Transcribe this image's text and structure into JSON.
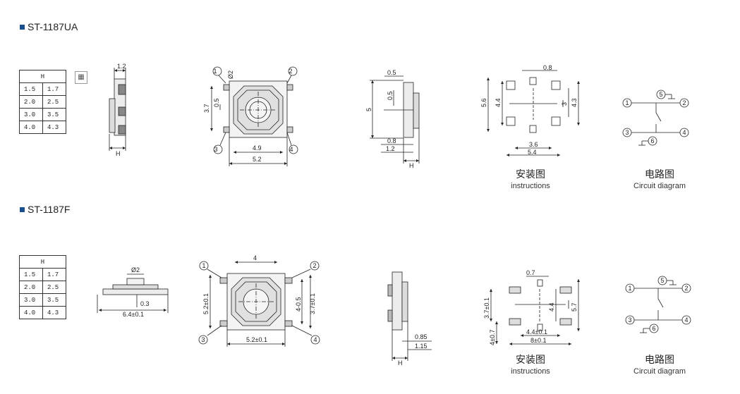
{
  "sections": [
    {
      "title": "ST-1187UA",
      "table": {
        "header": "H",
        "rows": [
          [
            "1.5",
            "1.7"
          ],
          [
            "2.0",
            "2.5"
          ],
          [
            "3.0",
            "3.5"
          ],
          [
            "4.0",
            "4.3"
          ]
        ]
      },
      "dims": {
        "side_top": "1.2",
        "side_bottom": "H",
        "front_d": "Ø2",
        "front_left_outer": "3.7",
        "front_left_inner": "0.5",
        "front_inner_w": "4.9",
        "front_outer_w": "5.2",
        "side2_top": "0.5",
        "side2_mid": "0.5",
        "side2_height": "5",
        "side2_b1": "0.8",
        "side2_b2": "1.2",
        "side2_h": "H",
        "pad_top": "0.8",
        "pad_left_outer": "5.6",
        "pad_left_inner": "4.4",
        "pad_right_outer": "4.3",
        "pad_right_inner": "3",
        "pad_inner_w": "3.6",
        "pad_outer_w": "5.4"
      },
      "pins": [
        "1",
        "2",
        "3",
        "4"
      ],
      "circuit_pins": [
        "1",
        "2",
        "3",
        "4",
        "5",
        "6"
      ],
      "caption_instructions_cn": "安装图",
      "caption_instructions_en": "instructions",
      "caption_circuit_cn": "电路图",
      "caption_circuit_en": "Circuit diagram"
    },
    {
      "title": "ST-1187F",
      "table": {
        "header": "H",
        "rows": [
          [
            "1.5",
            "1.7"
          ],
          [
            "2.0",
            "2.5"
          ],
          [
            "3.0",
            "3.5"
          ],
          [
            "4.0",
            "4.3"
          ]
        ]
      },
      "dims": {
        "side_d": "Ø2",
        "side_h": "0.3",
        "side_w": "6.4±0.1",
        "front_top": "4",
        "front_left": "5.2±0.1",
        "front_right_inner": "4-0.5",
        "front_right_outer": "3.7±0.1",
        "front_bottom": "5.2±0.1",
        "side2_a": "0.85",
        "side2_b": "1.15",
        "side2_h": "H",
        "pad_top": "0.7",
        "pad_left_upper": "3.7±0.1",
        "pad_left_lower": "4±0.7",
        "pad_right_inner": "4.4",
        "pad_right_outer": "5.7",
        "pad_inner_w": "4.4±0.1",
        "pad_outer_w": "8±0.1"
      },
      "pins": [
        "1",
        "2",
        "3",
        "4"
      ],
      "circuit_pins": [
        "1",
        "2",
        "3",
        "4",
        "5",
        "6"
      ],
      "caption_instructions_cn": "安装图",
      "caption_instructions_en": "instructions",
      "caption_circuit_cn": "电路图",
      "caption_circuit_en": "Circuit diagram"
    }
  ],
  "icons": {
    "scan": "scan-icon"
  },
  "colors": {
    "bullet": "#1a4f8f",
    "line": "#222222",
    "fill": "#e6e6e6"
  }
}
